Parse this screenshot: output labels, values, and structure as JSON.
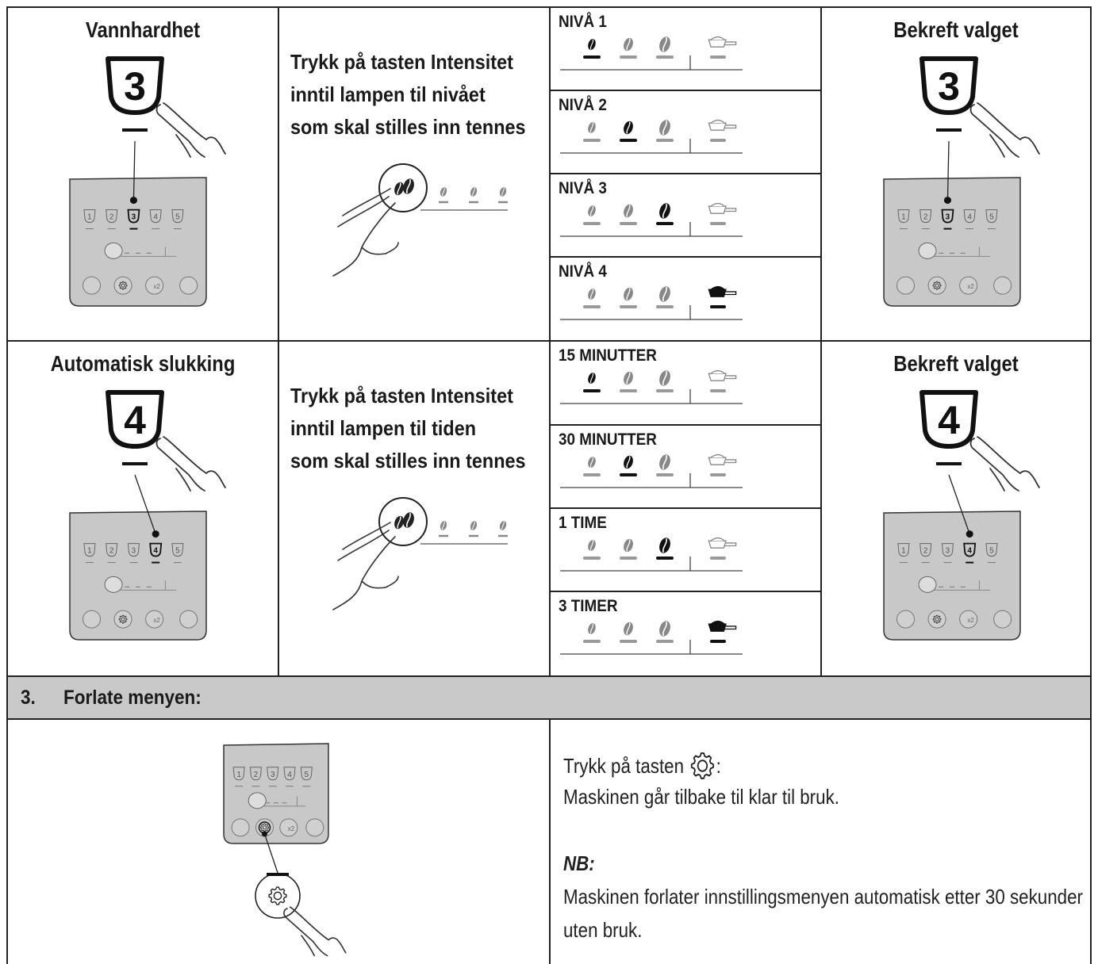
{
  "rows": [
    {
      "header": "Vannhardhet",
      "badge": "3",
      "instruction_lines": [
        "Trykk på tasten Intensitet",
        "inntil lampen til nivået",
        "som skal stilles inn tennes"
      ],
      "levels": [
        {
          "label": "NIVÅ 1",
          "active": 1
        },
        {
          "label": "NIVÅ 2",
          "active": 2
        },
        {
          "label": "NIVÅ 3",
          "active": 3
        },
        {
          "label": "NIVÅ 4",
          "active": 4
        }
      ],
      "confirm": "Bekreft valget"
    },
    {
      "header": "Automatisk slukking",
      "badge": "4",
      "instruction_lines": [
        "Trykk på tasten Intensitet",
        "inntil lampen til tiden",
        "som skal stilles inn tennes"
      ],
      "levels": [
        {
          "label": "15 MINUTTER",
          "active": 1
        },
        {
          "label": "30 MINUTTER",
          "active": 2
        },
        {
          "label": "1 TIME",
          "active": 3
        },
        {
          "label": "3 TIMER",
          "active": 4
        }
      ],
      "confirm": "Bekreft valget"
    }
  ],
  "panel": {
    "buttons": [
      "1",
      "2",
      "3",
      "4",
      "5"
    ],
    "x2_label": "x2"
  },
  "section": {
    "number": "3.",
    "title": "Forlate menyen:"
  },
  "exit": {
    "line1_prefix": "Trykk på tasten",
    "line1_suffix": ":",
    "line2": "Maskinen går tilbake til klar til bruk.",
    "note_title": "NB:",
    "note_line1": "Maskinen forlater innstillingsmenyen automatisk etter 30 sekunder",
    "note_line2": "uten bruk.",
    "icon": "gear-icon"
  }
}
